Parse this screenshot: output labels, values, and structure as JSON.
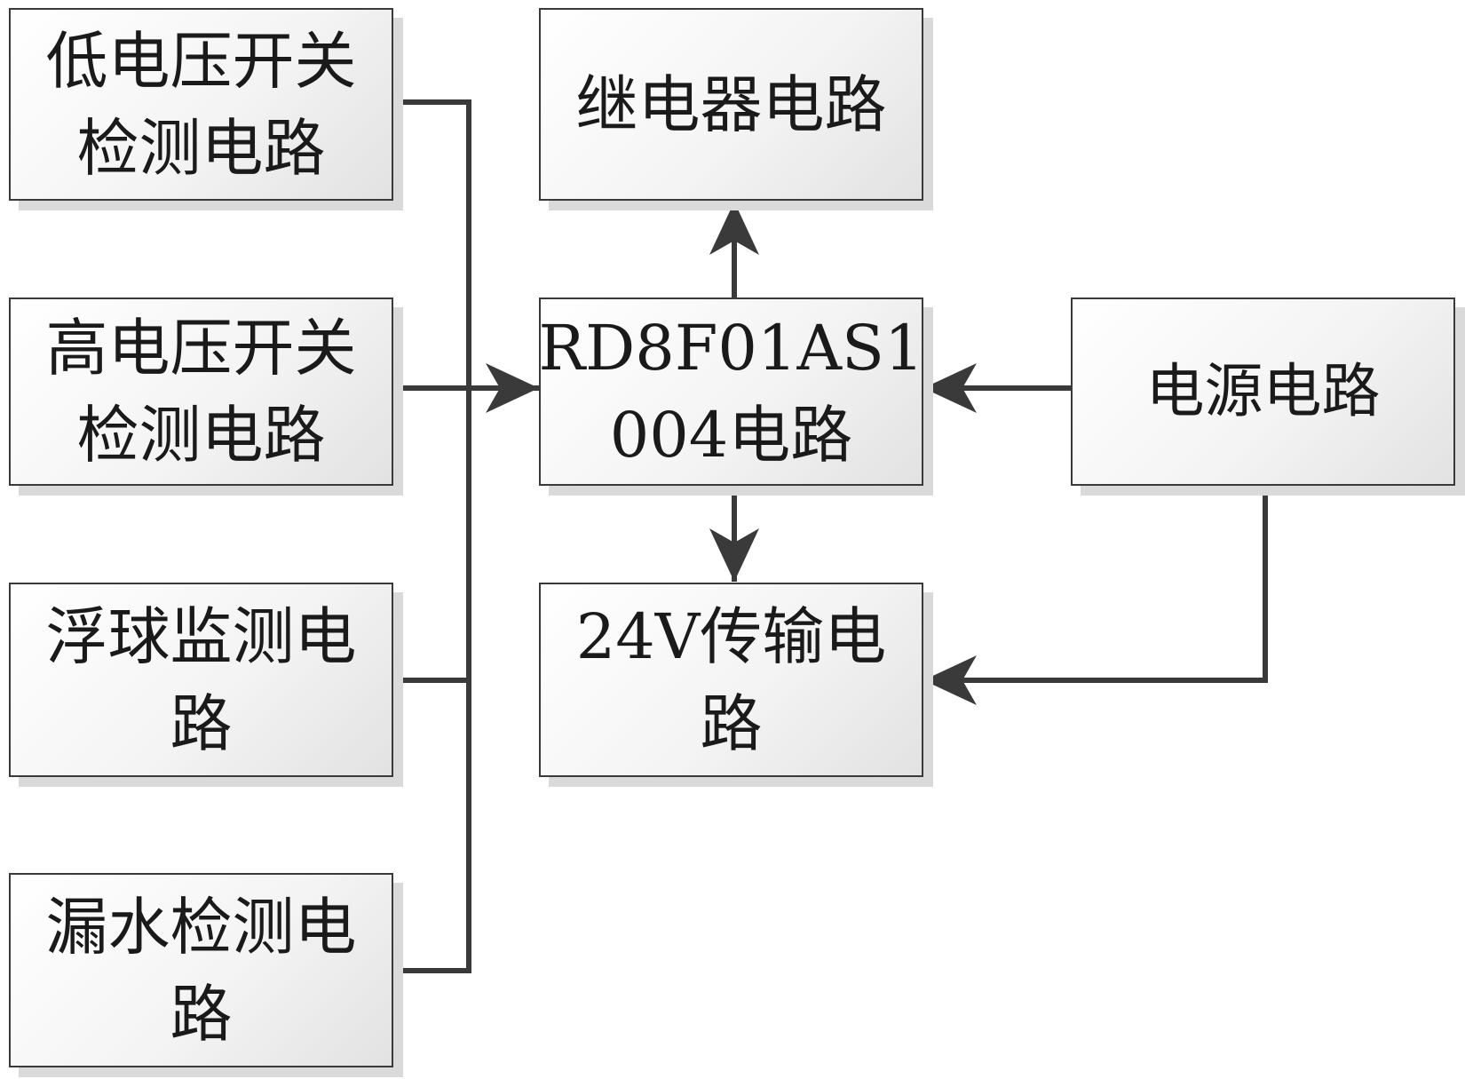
{
  "blocks": {
    "low_voltage_switch": {
      "lines": [
        "低电压开关",
        "检测电路"
      ]
    },
    "high_voltage_switch": {
      "lines": [
        "高电压开关",
        "检测电路"
      ]
    },
    "float_ball": {
      "lines": [
        "浮球监测电",
        "路"
      ]
    },
    "water_leak": {
      "lines": [
        "漏水检测电",
        "路"
      ]
    },
    "relay": {
      "lines": [
        "继电器电路"
      ]
    },
    "controller": {
      "lines": [
        "RD8F01AS1",
        "004电路"
      ]
    },
    "transmission_24v": {
      "lines": [
        "24V传输电",
        "路"
      ]
    },
    "power_supply": {
      "lines": [
        "电源电路"
      ]
    }
  },
  "colors": {
    "line": "#3a3a3a",
    "block_border": "#3a3a3a",
    "block_fill_light": "#ffffff",
    "block_fill_dark": "#e2e2e2",
    "shadow": "#dadada",
    "text": "#1a1a1a"
  }
}
